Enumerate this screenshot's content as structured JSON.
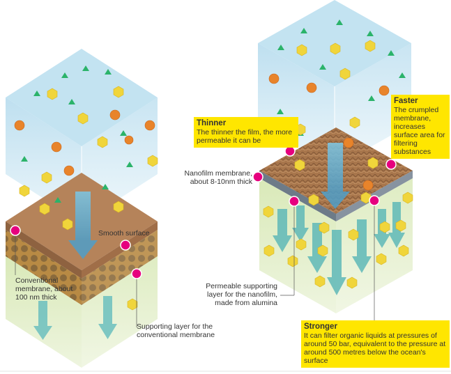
{
  "left_column": {
    "smooth_surface": "Smooth surface",
    "conventional_membrane": "Conventional membrane, about 100 nm thick",
    "supporting_layer": "Supporting layer for the conventional membrane"
  },
  "right_column": {
    "thinner": {
      "title": "Thinner",
      "body": "The thinner the film, the more permeable it can be"
    },
    "faster": {
      "title": "Faster",
      "body": "The crumpled membrane, increases surface area for filtering substances"
    },
    "nanofilm_membrane": "Nanofilm membrane, about 8-10nm thick",
    "permeable_support": "Permeable supporting layer for the nanofilm, made from alumina",
    "stronger": {
      "title": "Stronger",
      "body": "It can filter organic liquids at pressures of around 50 bar, equivalent to the pressure at around 500 metres below the ocean's surface"
    }
  },
  "colors": {
    "marker": "#e6007e",
    "callout": "#ffe600",
    "sky": "#cfe9f4",
    "green_zone": "#e7f1cf",
    "membrane_brown": "#b07a4f",
    "arrow_teal": "#5fb9b8"
  }
}
